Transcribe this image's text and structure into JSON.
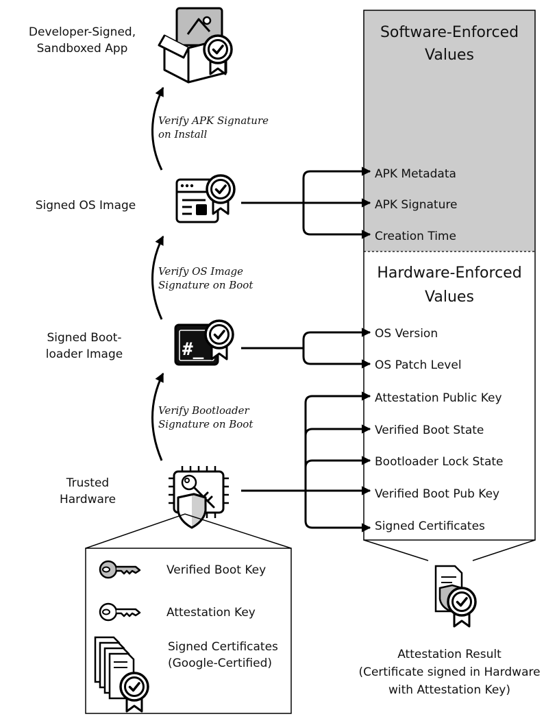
{
  "stages": {
    "app": [
      "Developer-Signed,",
      "Sandboxed App"
    ],
    "os": "Signed OS Image",
    "boot": [
      "Signed Boot-",
      "loader Image"
    ],
    "hw": [
      "Trusted",
      "Hardware"
    ]
  },
  "verifications": {
    "apk": [
      "Verify APK Signature",
      "on Install"
    ],
    "os": [
      "Verify OS Image",
      "Signature on Boot"
    ],
    "boot": [
      "Verify Bootloader",
      "Signature on Boot"
    ]
  },
  "software_panel": {
    "title": [
      "Software-Enforced",
      "Values"
    ],
    "items": [
      "APK Metadata",
      "APK Signature",
      "Creation Time"
    ]
  },
  "hardware_panel": {
    "title": [
      "Hardware-Enforced",
      "Values"
    ],
    "boot_items": [
      "OS Version",
      "OS Patch Level"
    ],
    "hw_items": [
      "Attestation Public Key",
      "Verified Boot State",
      "Bootloader Lock State",
      "Verified Boot Pub Key",
      "Signed Certificates"
    ]
  },
  "legend": {
    "items": [
      "Verified Boot Key",
      "Attestation Key"
    ],
    "certs": [
      "Signed Certificates",
      "(Google-Certified)"
    ]
  },
  "result": [
    "Attestation Result",
    "(Certificate signed in Hardware",
    "with Attestation Key)"
  ],
  "colors": {
    "software_fill": "#cccccc",
    "stroke": "#000000",
    "background": "#ffffff"
  },
  "icons": [
    "sandboxed-app-box-icon",
    "os-image-window-icon",
    "bootloader-terminal-icon",
    "hardware-chip-key-icon",
    "verified-boot-key-icon",
    "attestation-key-icon",
    "certificate-stack-icon",
    "attestation-certificate-icon",
    "badge-check-icon"
  ]
}
